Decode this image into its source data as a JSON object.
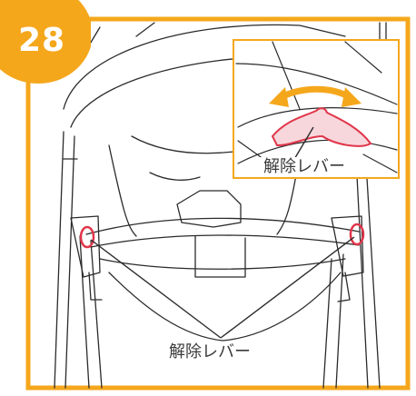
{
  "step": {
    "number": "28"
  },
  "labels": {
    "inset_release_lever": "解除レバー",
    "main_release_lever": "解除レバー"
  },
  "colors": {
    "frame": "#f5a71c",
    "badge": "#f5a71c",
    "highlight": "#e0364a",
    "line": "#2b2b2b",
    "arrow": "#f5a71c"
  }
}
